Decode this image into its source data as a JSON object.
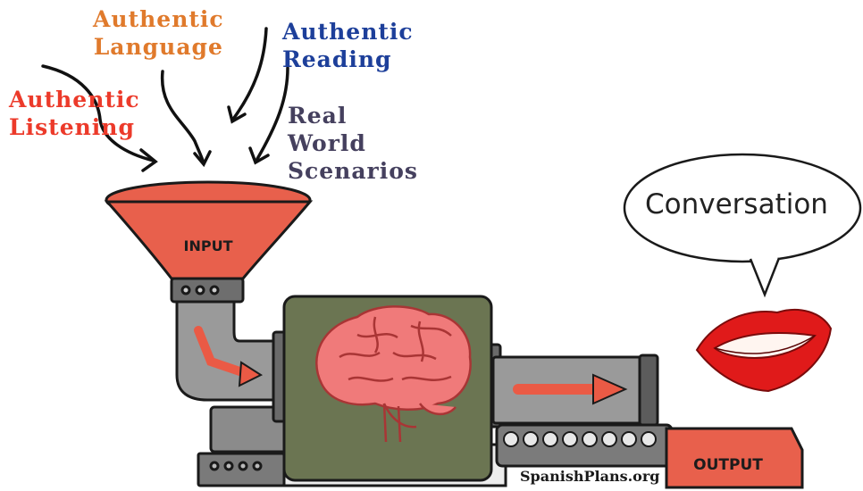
{
  "inputs": {
    "authentic_language": "Authentic\nLanguage",
    "authentic_reading": "Authentic\nReading",
    "authentic_listening": "Authentic\nListening",
    "real_world_scenarios": "Real\nWorld\nScenarios"
  },
  "machine": {
    "input_label": "INPUT",
    "output_label": "OUTPUT"
  },
  "speech_bubble": {
    "text": "Conversation"
  },
  "watermark": "SpanishPlans.org",
  "colors": {
    "language": "#e07a2c",
    "reading": "#1d3f9a",
    "listening": "#ec3a2a",
    "real_world": "#45405e",
    "funnel": "#e8604c",
    "brain": "#f07a7a",
    "brain_box": "#6b7552",
    "metal": "#8e8e8e",
    "lips": "#e01a1a"
  }
}
